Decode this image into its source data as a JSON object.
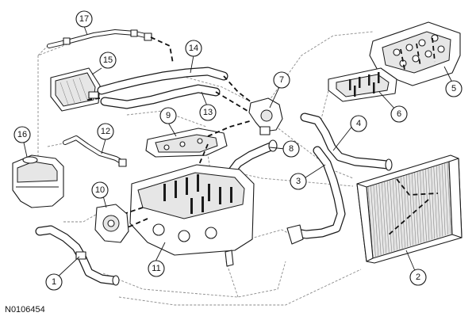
{
  "figure_id": "N0106454",
  "callouts": {
    "c1": "1",
    "c2": "2",
    "c3": "3",
    "c4": "4",
    "c5": "5",
    "c6": "6",
    "c7": "7",
    "c8": "8",
    "c9": "9",
    "c10": "10",
    "c11": "11",
    "c12": "12",
    "c13": "13",
    "c14": "14",
    "c15": "15",
    "c16": "16",
    "c17": "17"
  }
}
